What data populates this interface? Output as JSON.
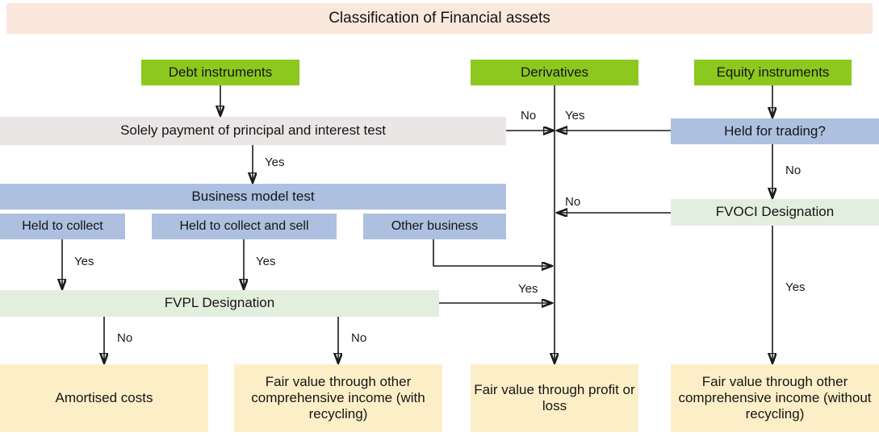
{
  "title": "Classification of Financial assets",
  "nodes": {
    "debt_instruments": "Debt instruments",
    "derivatives": "Derivatives",
    "equity_instruments": "Equity instruments",
    "sppi_test": "Solely payment of principal and interest test",
    "business_model_test": "Business model test",
    "held_to_collect": "Held to collect",
    "held_to_collect_and_sell": "Held to collect and sell",
    "other_business": "Other business",
    "held_for_trading": "Held for trading?",
    "fvoci_designation": "FVOCI Designation",
    "fvpl_designation": "FVPL Designation",
    "amortised_costs": "Amortised costs",
    "fvoci_with_recycling": "Fair value through other comprehensive income (with recycling)",
    "fvpl_outcome": "Fair value through profit or loss",
    "fvoci_without_recycling": "Fair value through other comprehensive income (without recycling)"
  },
  "edge_labels": {
    "sppi_yes": "Yes",
    "sppi_no": "No",
    "derivatives_yes": "Yes",
    "hft_no": "No",
    "fvoci_no": "No",
    "htc_yes": "Yes",
    "htcs_yes": "Yes",
    "fvpl_yes": "Yes",
    "fvpl_no_left": "No",
    "fvpl_no_right": "No",
    "fvoci_yes": "Yes"
  },
  "colors": {
    "title_bar": "#fbe8dc",
    "source_green": "#8cc81e",
    "test_grey": "#ebe6e6",
    "model_blue": "#adc0e0",
    "designation_green": "#e2eede",
    "outcome_yellow": "#fcefc7",
    "connector": "#1a1a1a"
  }
}
